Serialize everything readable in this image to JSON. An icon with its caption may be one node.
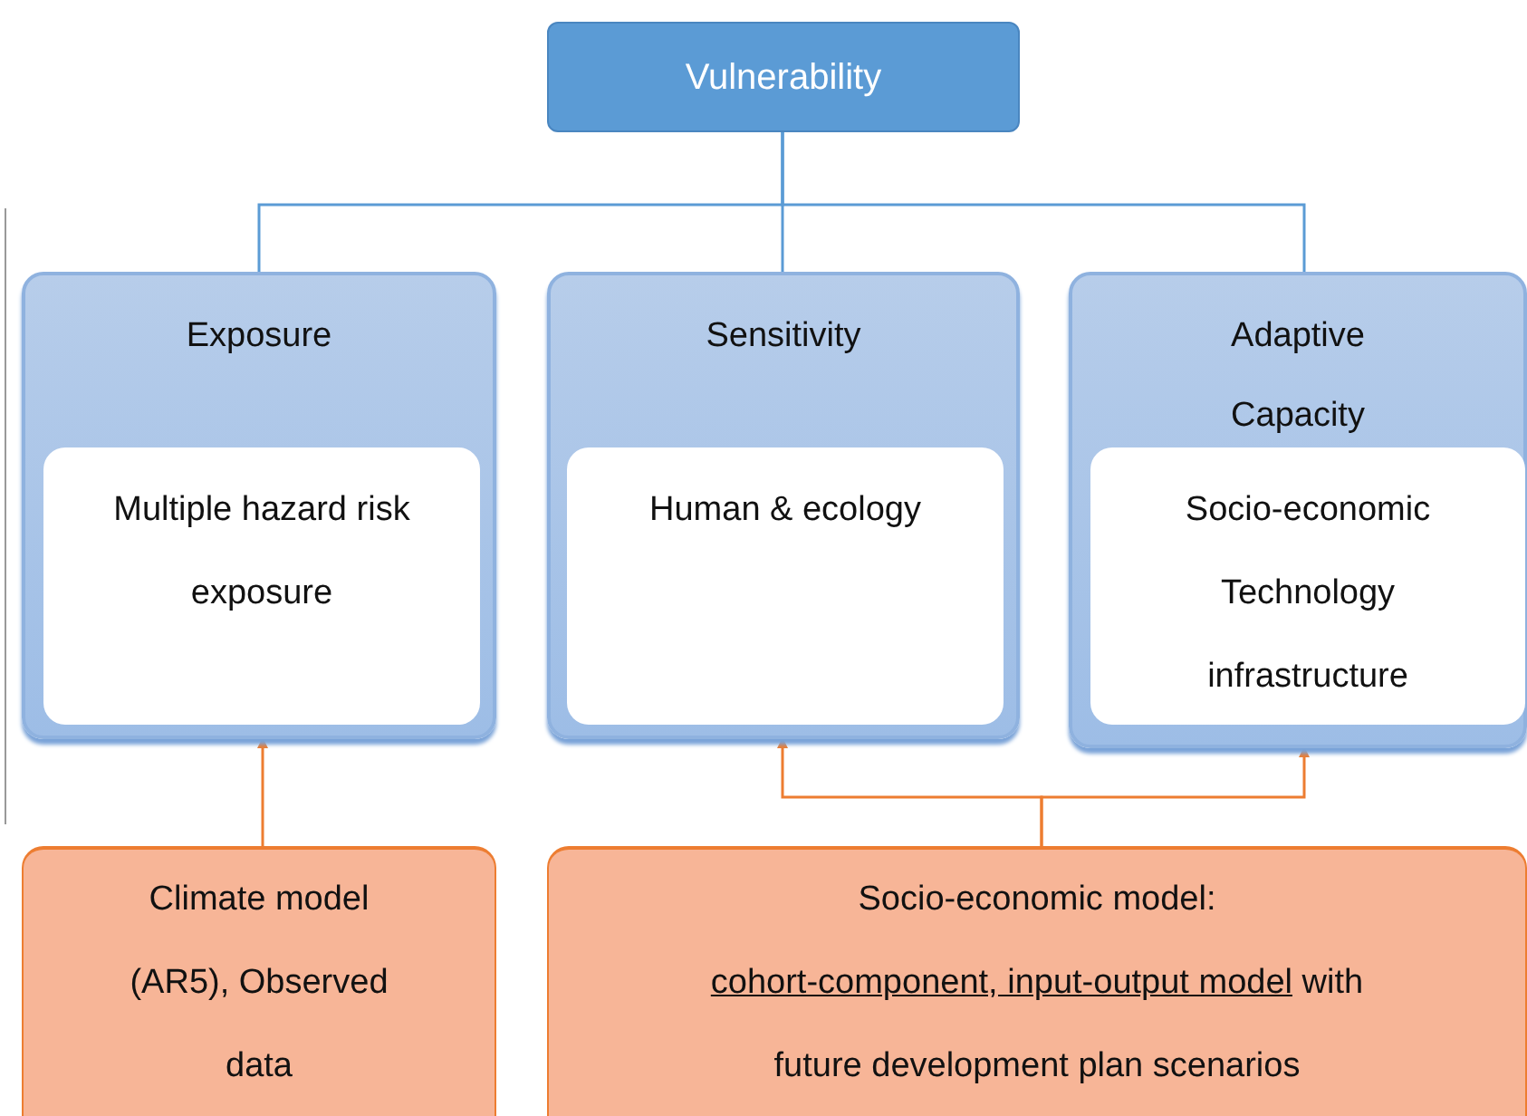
{
  "diagram": {
    "nodes": [
      {
        "text": [
          "Vulnerability"
        ]
      },
      {
        "text": [
          "Exposure"
        ]
      },
      {
        "text": [
          "Multiple hazard risk exposure"
        ],
        "in": 1
      },
      {
        "text": [
          "Sensitivity"
        ]
      },
      {
        "text": [
          "Human & ecology"
        ],
        "in": 3
      },
      {
        "text": [
          "Adaptive Capacity"
        ]
      },
      {
        "text": [
          "Socio-economic Technology infrastructure"
        ],
        "in": 5
      },
      {
        "text": [
          "Climate model (AR5), Observed data"
        ]
      },
      {
        "text": [
          "Socio-economic model:",
          "cohort-component, input-output model",
          "with future development plan scenarios"
        ]
      }
    ],
    "edges": [
      {
        "from": 0,
        "to": 1,
        "arrow": "none"
      },
      {
        "from": 0,
        "to": 3,
        "arrow": "none"
      },
      {
        "from": 0,
        "to": 5,
        "arrow": "none"
      },
      {
        "from": 7,
        "to": 1,
        "arrow": "to",
        "color": "#ed7d31"
      },
      {
        "from": 8,
        "to": 3,
        "arrow": "to",
        "color": "#ed7d31"
      },
      {
        "from": 8,
        "to": 5,
        "arrow": "to",
        "color": "#ed7d31"
      }
    ]
  }
}
